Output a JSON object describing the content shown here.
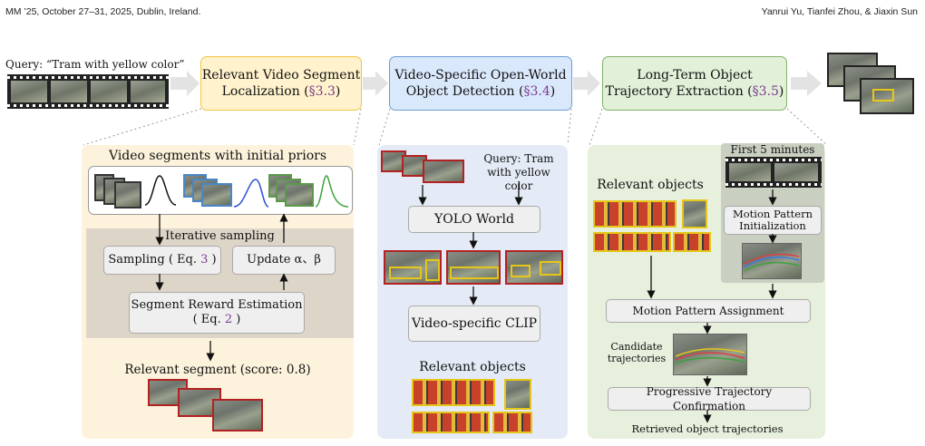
{
  "header": {
    "left": "MM ’25, October 27–31, 2025, Dublin, Ireland.",
    "right": "Yanrui Yu, Tianfei Zhou, & Jiaxin Sun"
  },
  "query": "Query: “Tram with yellow color”",
  "stages": [
    {
      "title": "Relevant Video Segment Localization (",
      "ref": "§3.3",
      "close": ")"
    },
    {
      "title": "Video-Specific Open-World Object Detection (",
      "ref": "§3.4",
      "close": ")"
    },
    {
      "title": "Long-Term Object Trajectory Extraction (",
      "ref": "§3.5",
      "close": ")"
    }
  ],
  "panel1": {
    "title": "Video segments with initial priors",
    "iterative": "Iterative sampling",
    "sampling": "Sampling ( Eq.",
    "sampling_ref": "3",
    "update": "Update α、β",
    "reward": "Segment Reward Estimation ( Eq.",
    "reward_ref": "2",
    "result": "Relevant segment (score: 0.8)"
  },
  "panel2": {
    "query": "Query: Tram with yellow color",
    "yolo": "YOLO World",
    "clip": "Video-specific CLIP",
    "result": "Relevant objects"
  },
  "panel3": {
    "relevant": "Relevant objects",
    "first": "First 5 minutes",
    "mpi": "Motion Pattern Initialization",
    "mpa": "Motion Pattern Assignment",
    "candidate": "Candidate trajectories",
    "ptc": "Progressive Trajectory Confirmation",
    "retrieved": "Retrieved object trajectories"
  },
  "colors": {
    "stage1_fill": "#fff2cc",
    "stage1_border": "#f2c744",
    "stage2_fill": "#dae8fc",
    "stage2_border": "#6c9bd2",
    "stage3_fill": "#e2f0d9",
    "stage3_border": "#82b366",
    "ref": "#7b3b8f"
  }
}
